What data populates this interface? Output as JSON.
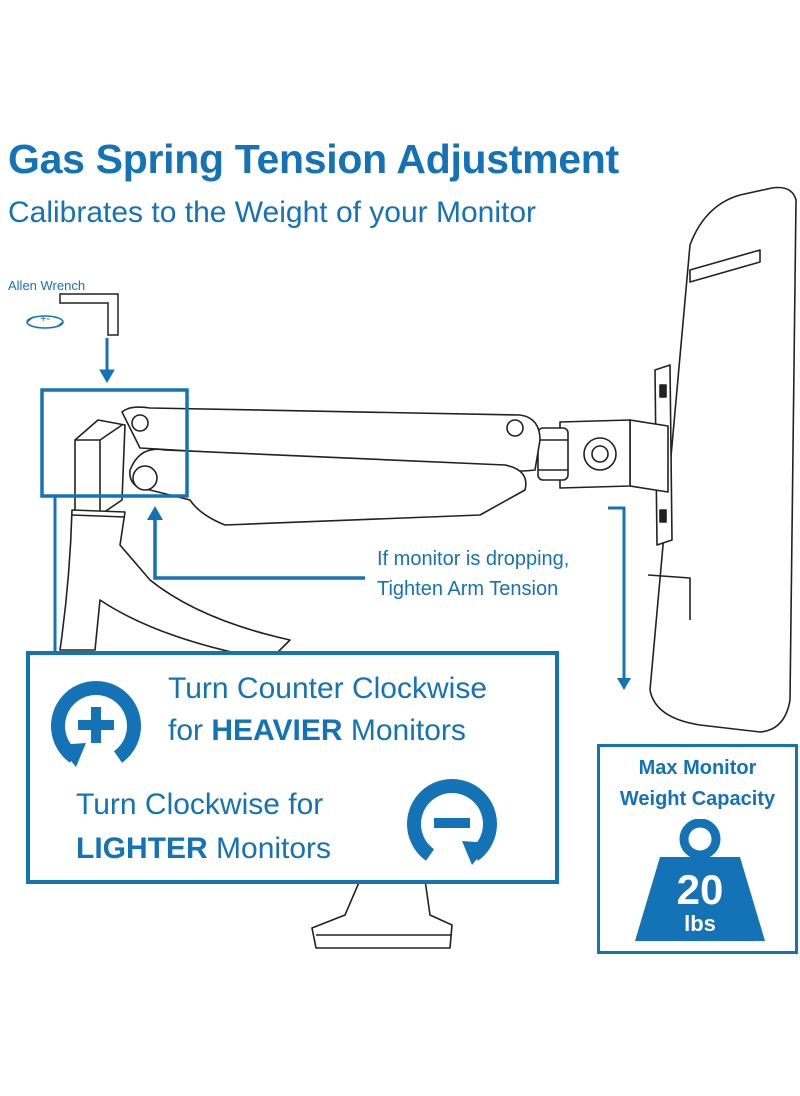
{
  "header": {
    "title": "Gas Spring Tension Adjustment",
    "subtitle": "Calibrates to the Weight of your Monitor"
  },
  "wrench": {
    "label": "Allen Wrench",
    "symbol": "+-"
  },
  "drop_note": {
    "line1": "If monitor is dropping,",
    "line2": "Tighten Arm Tension"
  },
  "instructions": {
    "ccw_text1": "Turn Counter Clockwise",
    "ccw_text2_prefix": "for",
    "ccw_text2_bold": "HEAVIER",
    "ccw_text2_suffix": "Monitors",
    "cw_text1": "Turn Clockwise for",
    "cw_text2_bold": "LIGHTER",
    "cw_text2_suffix": "Monitors"
  },
  "capacity": {
    "line1": "Max Monitor",
    "line2": "Weight Capacity",
    "value": "20",
    "unit": "lbs"
  },
  "colors": {
    "accent": "#1473b6",
    "line": "#222222"
  },
  "icons": [
    "plus-rotate-icon",
    "minus-rotate-icon",
    "weight-icon",
    "rotate-icon"
  ]
}
